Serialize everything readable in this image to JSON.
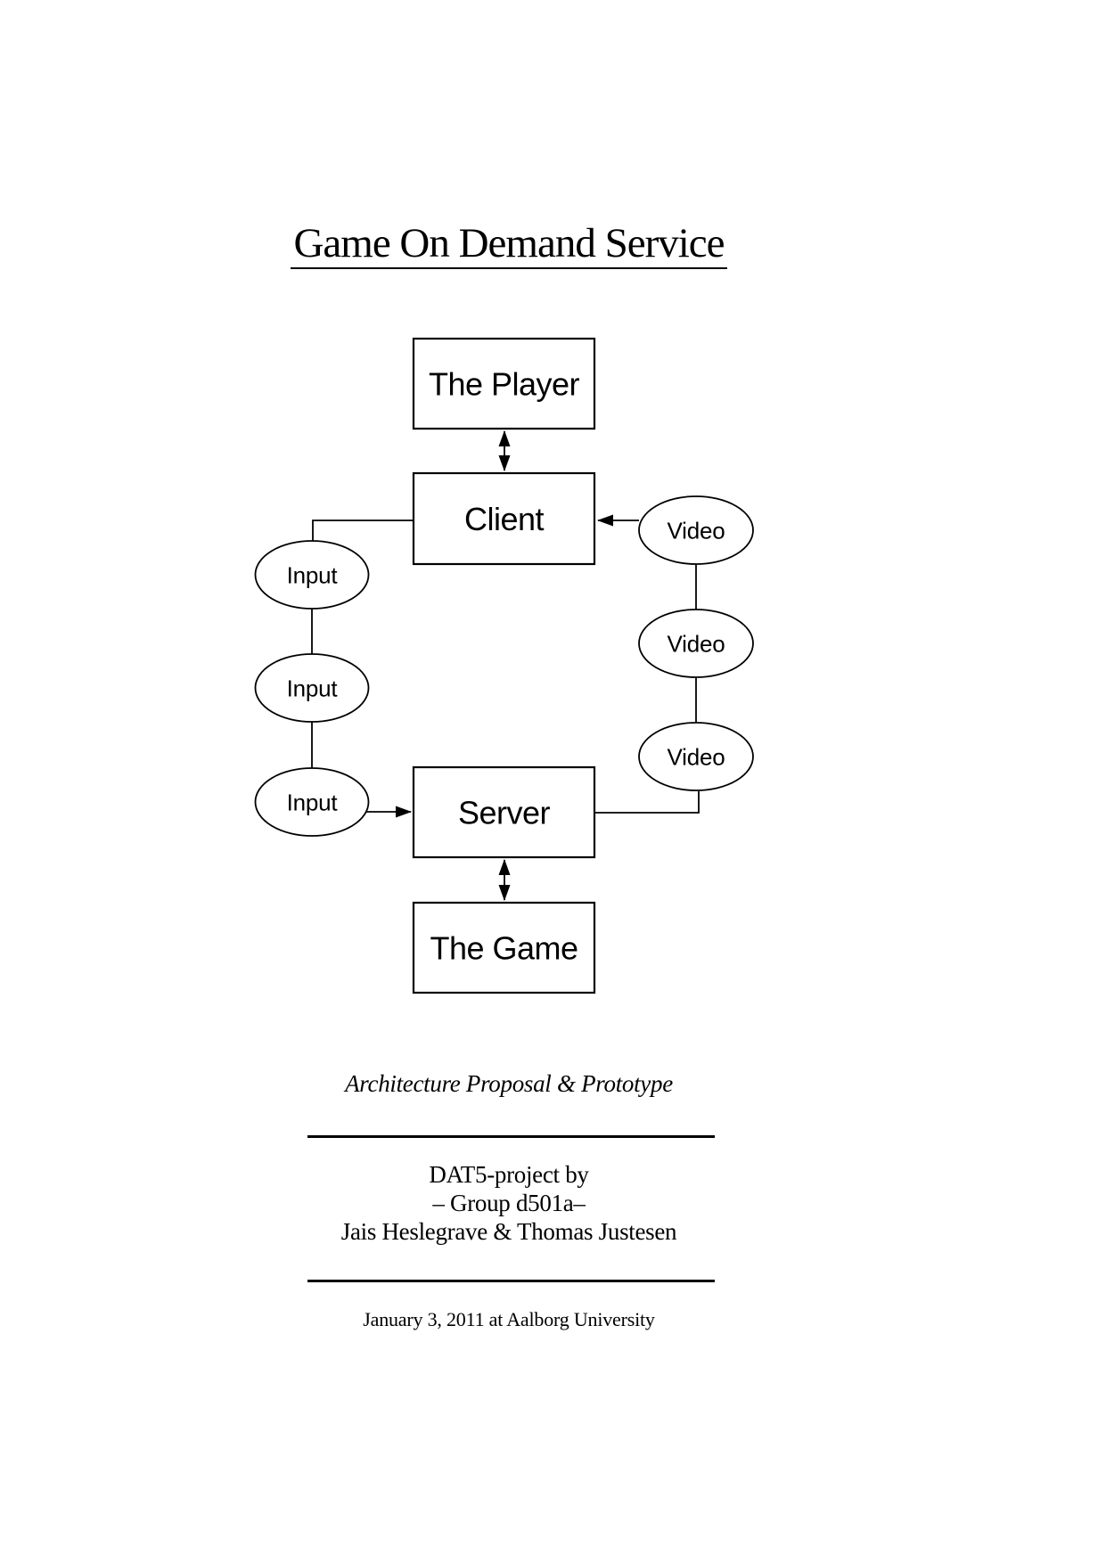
{
  "page": {
    "background": "#ffffff",
    "ink": "#000000"
  },
  "header": {
    "title": "Game On Demand Service"
  },
  "diagram": {
    "boxes": {
      "player": "The Player",
      "client": "Client",
      "server": "Server",
      "game": "The Game"
    },
    "input_label": "Input",
    "video_label": "Video"
  },
  "footer": {
    "subtitle": "Architecture Proposal & Prototype",
    "byline": {
      "line1": "DAT5-project by",
      "line2": "– Group d501a–",
      "line3": "Jais Heslegrave & Thomas Justesen"
    },
    "date_line": "January 3, 2011 at Aalborg University"
  }
}
